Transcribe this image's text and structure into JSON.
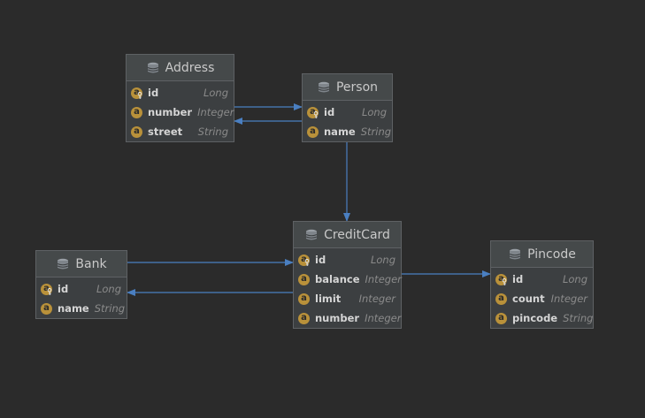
{
  "diagram": {
    "entities": [
      {
        "key": "address",
        "name": "Address",
        "fields": [
          {
            "name": "id",
            "type": "Long",
            "pk": true
          },
          {
            "name": "number",
            "type": "Integer",
            "pk": false
          },
          {
            "name": "street",
            "type": "String",
            "pk": false
          }
        ]
      },
      {
        "key": "person",
        "name": "Person",
        "fields": [
          {
            "name": "id",
            "type": "Long",
            "pk": true
          },
          {
            "name": "name",
            "type": "String",
            "pk": false
          }
        ]
      },
      {
        "key": "creditcard",
        "name": "CreditCard",
        "fields": [
          {
            "name": "id",
            "type": "Long",
            "pk": true
          },
          {
            "name": "balance",
            "type": "Integer",
            "pk": false
          },
          {
            "name": "limit",
            "type": "Integer",
            "pk": false
          },
          {
            "name": "number",
            "type": "Integer",
            "pk": false
          }
        ]
      },
      {
        "key": "bank",
        "name": "Bank",
        "fields": [
          {
            "name": "id",
            "type": "Long",
            "pk": true
          },
          {
            "name": "name",
            "type": "String",
            "pk": false
          }
        ]
      },
      {
        "key": "pincode",
        "name": "Pincode",
        "fields": [
          {
            "name": "id",
            "type": "Long",
            "pk": true
          },
          {
            "name": "count",
            "type": "Integer",
            "pk": false
          },
          {
            "name": "pincode",
            "type": "String",
            "pk": false
          }
        ]
      }
    ],
    "relations": [
      {
        "from": "address",
        "to": "person"
      },
      {
        "from": "person",
        "to": "address"
      },
      {
        "from": "person",
        "to": "creditcard"
      },
      {
        "from": "bank",
        "to": "creditcard"
      },
      {
        "from": "creditcard",
        "to": "bank"
      },
      {
        "from": "creditcard",
        "to": "pincode"
      }
    ],
    "attribute_badge": "a",
    "colors": {
      "background": "#2b2b2b",
      "entity_fill": "#3c3f41",
      "entity_border": "#5e6164",
      "edge": "#4a7fc1",
      "badge": "#b9913a"
    },
    "icons": {
      "table": "database-table-icon",
      "primary_key": "key-icon"
    }
  }
}
